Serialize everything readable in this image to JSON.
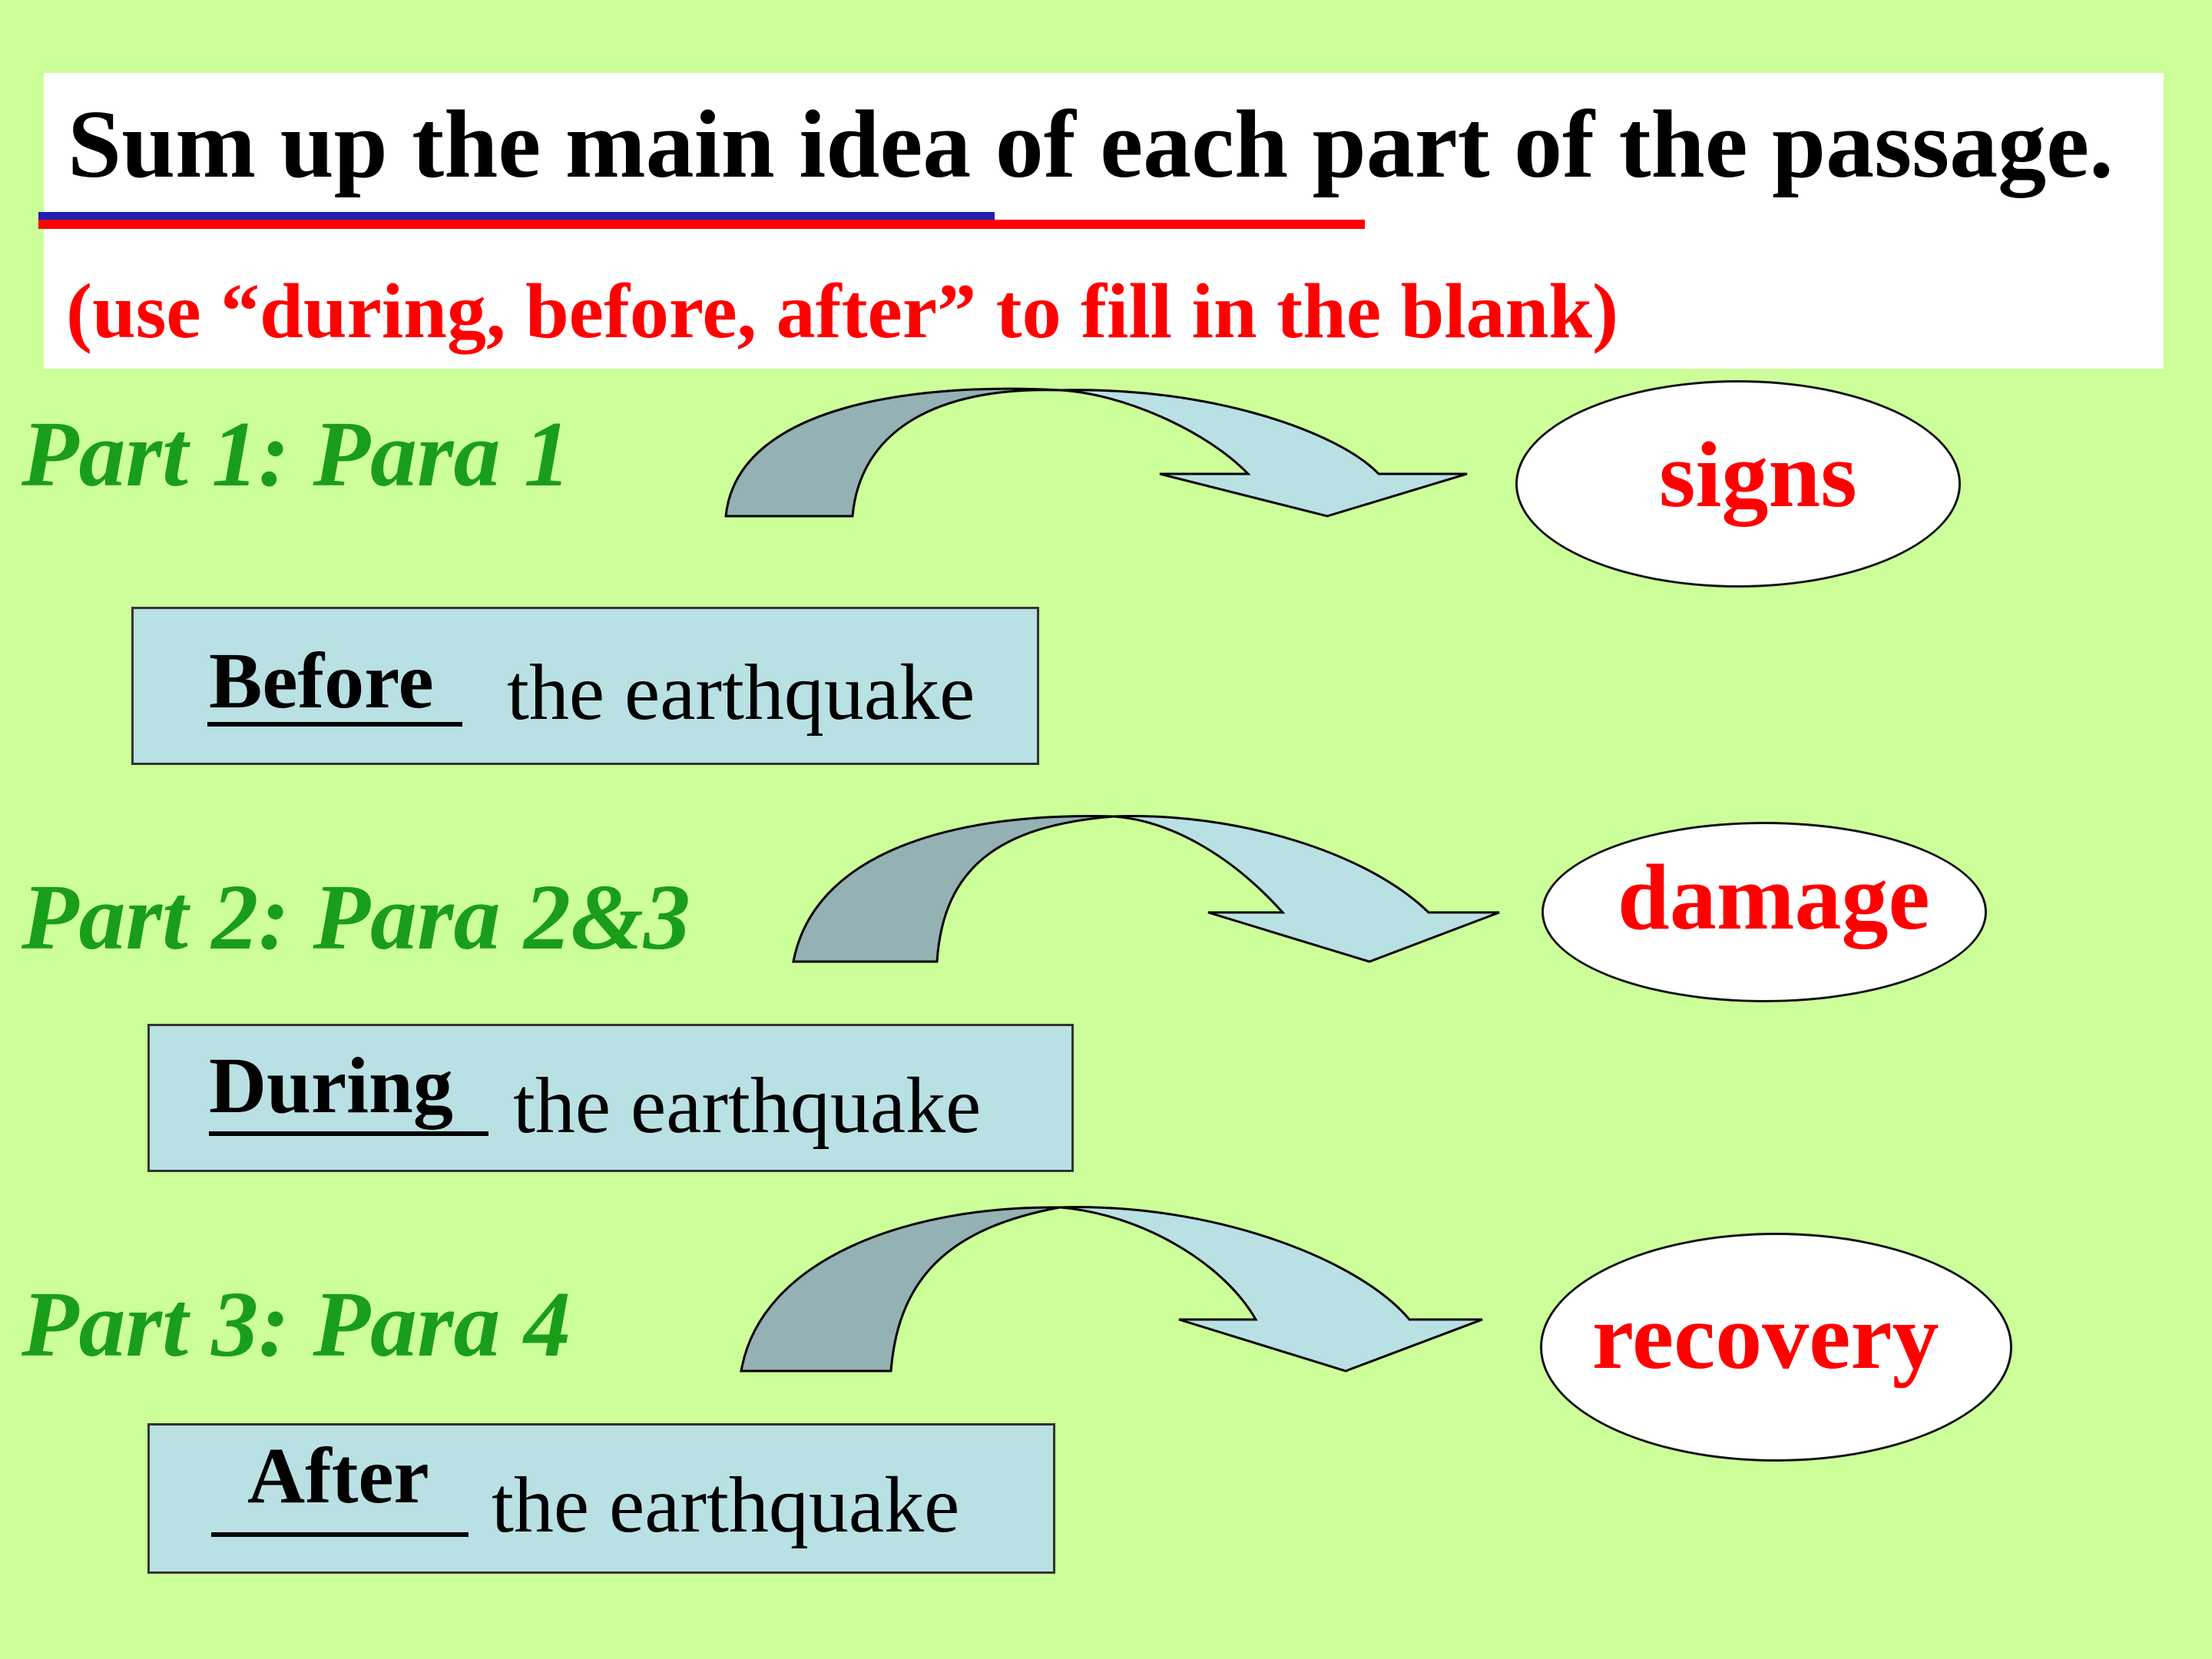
{
  "header": {
    "title": "Sum up the main idea of each part of the passage.",
    "instruction": "(use “during, before, after” to fill in the blank)"
  },
  "parts": [
    {
      "label": "Part 1: Para 1",
      "answer": "Before",
      "phrase": "the earthquake",
      "topic": "signs"
    },
    {
      "label": "Part 2: Para 2&3",
      "answer": "During",
      "phrase": "the earthquake",
      "topic": "damage"
    },
    {
      "label": "Part 3: Para 4",
      "answer": "After",
      "phrase": "the earthquake",
      "topic": "recovery"
    }
  ],
  "colors": {
    "background": "#ccff99",
    "part_label": "#1a9e1a",
    "topic": "#ff0000",
    "instruction": "#ff0000",
    "box_fill": "#b9e0e3",
    "arrow_dark": "#94b1b3",
    "arrow_light": "#b9e0e3"
  },
  "icons": {
    "arrow": "curved-arrow-icon"
  }
}
